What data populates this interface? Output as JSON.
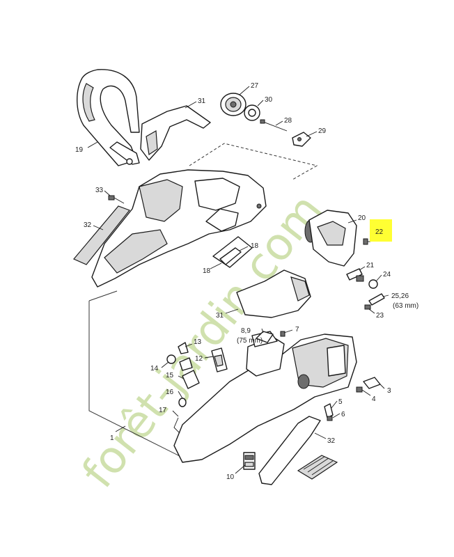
{
  "watermark": "forêt-jardin.com",
  "highlight_color": "#ffff33",
  "watermark_color": "#c8dca0",
  "labels": {
    "l1": "1",
    "l3": "3",
    "l4": "4",
    "l5": "5",
    "l6": "6",
    "l7": "7",
    "l8_9": "8,9",
    "l8_9_sub": "(75 mm)",
    "l10": "10",
    "l12": "12",
    "l13": "13",
    "l14": "14",
    "l15": "15",
    "l16": "16",
    "l17": "17",
    "l18a": "18",
    "l18b": "18",
    "l19": "19",
    "l20": "20",
    "l21": "21",
    "l22": "22",
    "l23": "23",
    "l24": "24",
    "l25_26": "25,26",
    "l25_26_sub": "(63 mm)",
    "l27": "27",
    "l28": "28",
    "l29": "29",
    "l30": "30",
    "l31a": "31",
    "l31b": "31",
    "l32a": "32",
    "l32b": "32",
    "l33": "33"
  }
}
